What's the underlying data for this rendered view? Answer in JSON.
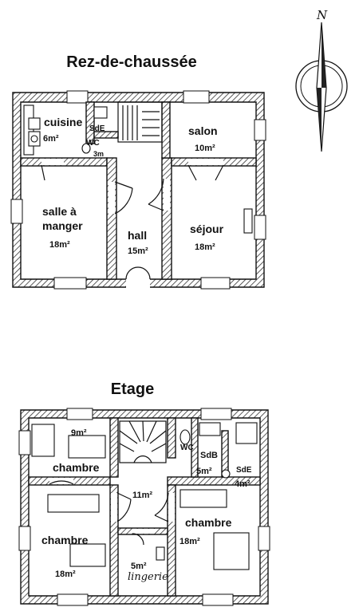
{
  "compass": {
    "label": "N"
  },
  "ground_floor": {
    "title": "Rez-de-chaussée",
    "rooms": {
      "cuisine": {
        "name": "cuisine",
        "area": "6m²"
      },
      "sde": {
        "name": "SdE"
      },
      "wc": {
        "name": "WC",
        "area": "3m"
      },
      "salon": {
        "name": "salon",
        "area": "10m²"
      },
      "salle": {
        "name_line1": "salle à",
        "name_line2": "manger",
        "area": "18m²"
      },
      "hall": {
        "name": "hall",
        "area": "15m²"
      },
      "sejour": {
        "name": "séjour",
        "area": "18m²"
      }
    }
  },
  "upper_floor": {
    "title": "Etage",
    "rooms": {
      "chambre_nw": {
        "name": "chambre",
        "area": "9m²"
      },
      "landing": {
        "area": "11m²"
      },
      "wc": {
        "name": "WC"
      },
      "sdb": {
        "name": "SdB",
        "area": "5m²"
      },
      "sde": {
        "name": "SdE",
        "area": "4m²"
      },
      "chambre_sw": {
        "name": "chambre",
        "area": "18m²"
      },
      "chambre_se": {
        "name": "chambre",
        "area": "18m²"
      },
      "lingerie": {
        "name": "lingerie",
        "area": "5m²"
      }
    }
  }
}
